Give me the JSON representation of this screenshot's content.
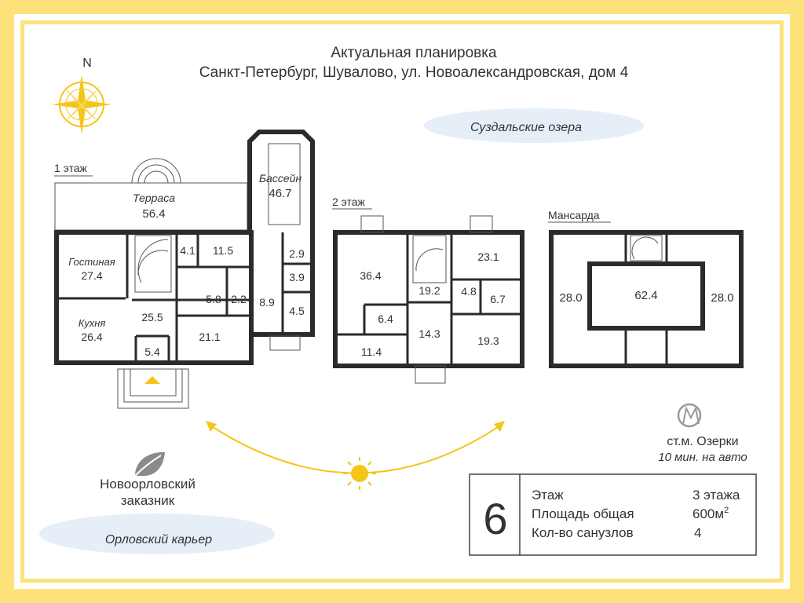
{
  "header": {
    "title": "Актуальная планировка",
    "address": "Санкт-Петербург, Шувалово, ул. Новоалександровская, дом 4"
  },
  "compass": {
    "north_label": "N",
    "icon": "compass-rose-icon"
  },
  "landmarks": {
    "suzdal_lakes": "Суздальские озера",
    "novoorlovsky_1": "Новоорловский",
    "novoorlovsky_2": "заказник",
    "orlovsky_quarry": "Орловский карьер",
    "metro_station": "ст.м. Озерки",
    "metro_time": "10 мин. на авто"
  },
  "floors": {
    "floor1": {
      "label": "1 этаж",
      "rooms": {
        "terrace_name": "Терраса",
        "terrace_area": "56.4",
        "pool_name": "Бассейн",
        "pool_area": "46.7",
        "living_name": "Гостиная",
        "living_area": "27.4",
        "kitchen_name": "Кухня",
        "kitchen_area": "26.4",
        "hall": "25.5",
        "vestibule": "5.4",
        "r41": "4.1",
        "r115": "11.5",
        "r58": "5.8",
        "r22": "2.2",
        "r211": "21.1",
        "r89": "8.9",
        "r29": "2.9",
        "r39": "3.9",
        "r45": "4.5"
      }
    },
    "floor2": {
      "label": "2 этаж",
      "rooms": {
        "r364": "36.4",
        "r192": "19.2",
        "r231": "23.1",
        "r48": "4.8",
        "r67": "6.7",
        "r64": "6.4",
        "r143": "14.3",
        "r193": "19.3",
        "r114": "11.4"
      }
    },
    "attic": {
      "label": "Мансарда",
      "rooms": {
        "left": "28.0",
        "center": "62.4",
        "right": "28.0"
      }
    }
  },
  "info": {
    "number": "6",
    "rows": [
      {
        "label": "Этаж",
        "value": "3 этажа"
      },
      {
        "label": "Площадь общая",
        "value": "600м",
        "sup": "2"
      },
      {
        "label": "Кол-во санузлов",
        "value": "4"
      }
    ]
  },
  "colors": {
    "frame": "#fde27a",
    "sun": "#f5c518",
    "wall": "#2b2b2b",
    "text": "#333333"
  }
}
